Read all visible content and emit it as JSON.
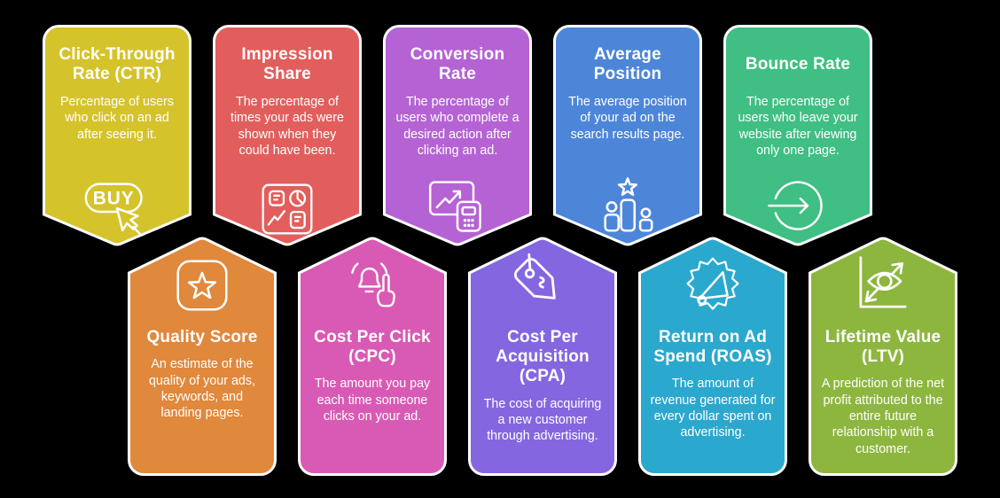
{
  "background_color": "#000000",
  "card_border_color": "#ffffff",
  "text_color": "#ffffff",
  "cards": [
    {
      "title": "Click-Through Rate (CTR)",
      "description": "Percentage of users who click on an ad after seeing it.",
      "color": "#d5c32b",
      "icon": "buy-click-icon",
      "icon_text": "BUY"
    },
    {
      "title": "Impression Share",
      "description": "The percentage of times your ads were shown when they could have been.",
      "color": "#e25e5c",
      "icon": "analytics-report-icon"
    },
    {
      "title": "Conversion Rate",
      "description": "The percentage of users who complete a desired action after clicking an ad.",
      "color": "#b563d4",
      "icon": "chart-calculator-icon"
    },
    {
      "title": "Average Position",
      "description": "The average position of your ad on the search results page.",
      "color": "#4d86d9",
      "icon": "ranking-podium-icon"
    },
    {
      "title": "Bounce Rate",
      "description": "The percentage of users who leave your website after viewing only one page.",
      "color": "#3fbf83",
      "icon": "exit-arrow-icon"
    },
    {
      "title": "Quality Score",
      "description": "An estimate of the quality of your ads, keywords, and landing pages.",
      "color": "#e0883c",
      "icon": "star-badge-icon"
    },
    {
      "title": "Cost Per Click (CPC)",
      "description": "The amount you pay each time someone clicks on your ad.",
      "color": "#d95ab4",
      "icon": "bell-click-icon"
    },
    {
      "title": "Cost Per Acquisition (CPA)",
      "description": "The cost of acquiring a new customer through advertising.",
      "color": "#8566e1",
      "icon": "price-tag-icon"
    },
    {
      "title": "Return on Ad Spend (ROAS)",
      "description": "The amount of revenue generated for every dollar spent on advertising.",
      "color": "#2ba8ce",
      "icon": "megaphone-burst-icon"
    },
    {
      "title": "Lifetime Value (LTV)",
      "description": "A prediction of the net profit attributed to the entire future relationship with a customer.",
      "color": "#8db63f",
      "icon": "vision-growth-icon"
    }
  ]
}
